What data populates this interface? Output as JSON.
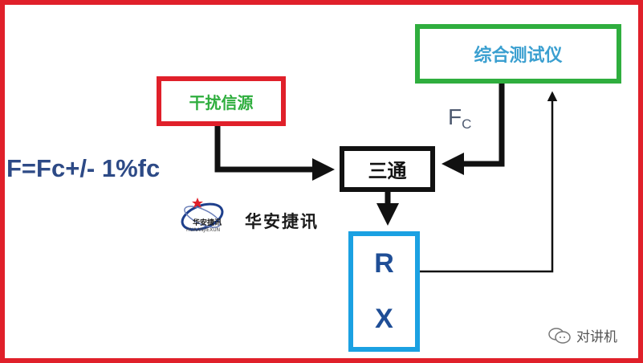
{
  "boxes": {
    "tester": "综合测试仪",
    "interference": "干扰信源",
    "tee": "三通",
    "rx_top": "R",
    "rx_bottom": "X"
  },
  "labels": {
    "formula": "F=Fc+/- 1%fc",
    "fc_main": "F",
    "fc_sub": "C"
  },
  "logo": {
    "name": "华安捷讯",
    "mini": "华安捷讯",
    "pinyin": "HUAANJIEXUN"
  },
  "watermark": "对讲机",
  "colors": {
    "frame": "#e0202a",
    "tester_border": "#2fae3e",
    "tester_text": "#3a9fd0",
    "interference_border": "#e0202a",
    "interference_text": "#2fae3e",
    "tee_border": "#111111",
    "rx_border": "#1ba1e2",
    "rx_text": "#1f4e96",
    "formula_text": "#2d4a86"
  }
}
